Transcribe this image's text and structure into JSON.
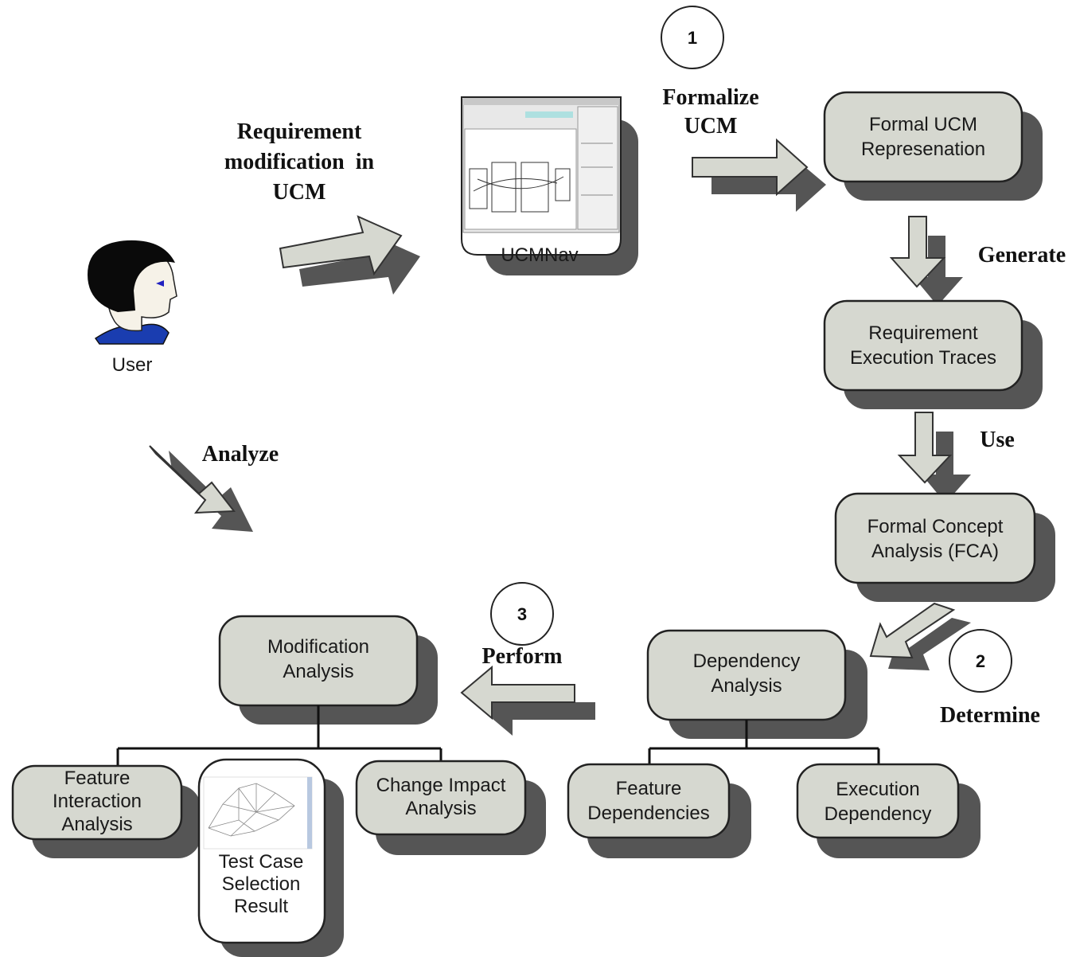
{
  "user": {
    "label": "User"
  },
  "tool": {
    "label": "UCMNav"
  },
  "labels": {
    "requirement_modification": [
      "Requirement",
      "modification  in",
      "UCM"
    ],
    "formalize": [
      "Formalize",
      "UCM"
    ],
    "generate": "Generate",
    "use": "Use",
    "determine": "Determine",
    "perform": "Perform",
    "analyze": "Analyze"
  },
  "steps": {
    "one": "1",
    "two": "2",
    "three": "3"
  },
  "boxes": {
    "formal_ucm": [
      "Formal UCM",
      "Represenation"
    ],
    "execution_traces": [
      "Requirement",
      "Execution Traces"
    ],
    "fca": [
      "Formal Concept",
      "Analysis (FCA)"
    ],
    "dependency_analysis": [
      "Dependency",
      "Analysis"
    ],
    "feature_dependencies": [
      "Feature",
      "Dependencies"
    ],
    "execution_dependency": [
      "Execution",
      "Dependency"
    ],
    "modification_analysis": [
      "Modification",
      "Analysis"
    ],
    "feature_interaction": [
      "Feature",
      "Interaction",
      "Analysis"
    ],
    "test_case": [
      "Test Case",
      "Selection",
      "Result"
    ],
    "change_impact": [
      "Change Impact",
      "Analysis"
    ]
  }
}
